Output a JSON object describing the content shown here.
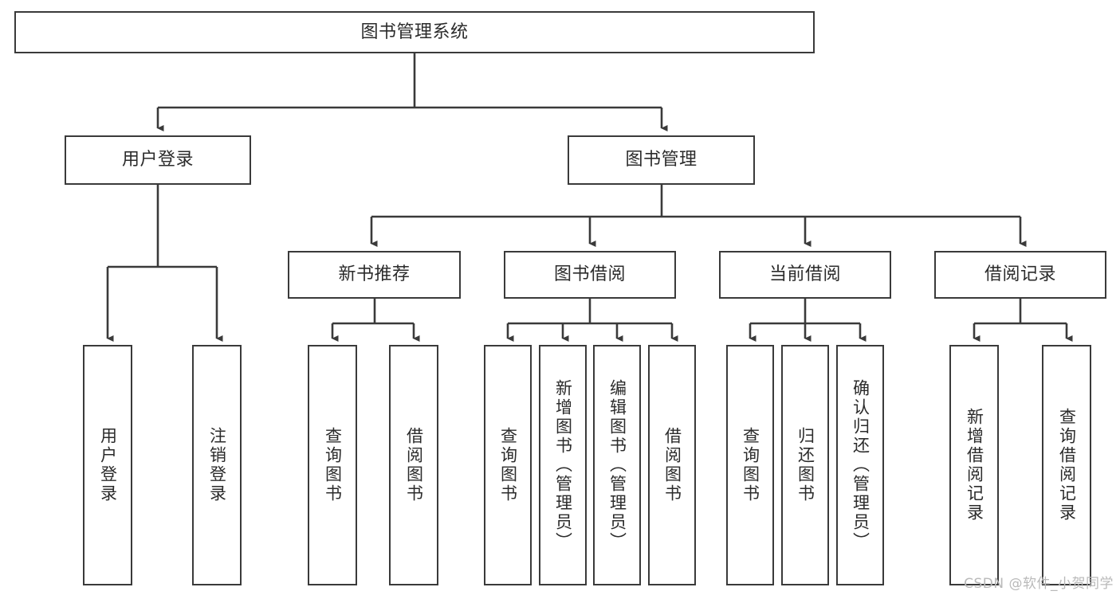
{
  "diagram": {
    "title": "图书管理系统",
    "watermark": "CSDN @软件_小贺同学",
    "colors": {
      "box_border": "#3a3a3a",
      "box_fill": "#ffffff",
      "connector": "#3a3a3a",
      "text": "#2b2b2b",
      "watermark": "#b9b9b9",
      "background": "#ffffff"
    },
    "root": {
      "label": "图书管理系统"
    },
    "level2": [
      {
        "label": "用户登录"
      },
      {
        "label": "图书管理"
      }
    ],
    "level3": [
      {
        "label": "新书推荐"
      },
      {
        "label": "图书借阅"
      },
      {
        "label": "当前借阅"
      },
      {
        "label": "借阅记录"
      }
    ],
    "leaves": {
      "user_login": [
        {
          "label": "用户登录"
        },
        {
          "label": "注销登录"
        }
      ],
      "new_book_recommend": [
        {
          "label": "查询图书"
        },
        {
          "label": "借阅图书"
        }
      ],
      "book_borrow": [
        {
          "label": "查询图书"
        },
        {
          "label": "新增图书（管理员）"
        },
        {
          "label": "编辑图书（管理员）"
        },
        {
          "label": "借阅图书"
        }
      ],
      "current_borrow": [
        {
          "label": "查询图书"
        },
        {
          "label": "归还图书"
        },
        {
          "label": "确认归还（管理员）"
        }
      ],
      "borrow_record": [
        {
          "label": "新增借阅记录"
        },
        {
          "label": "查询借阅记录"
        }
      ]
    }
  }
}
